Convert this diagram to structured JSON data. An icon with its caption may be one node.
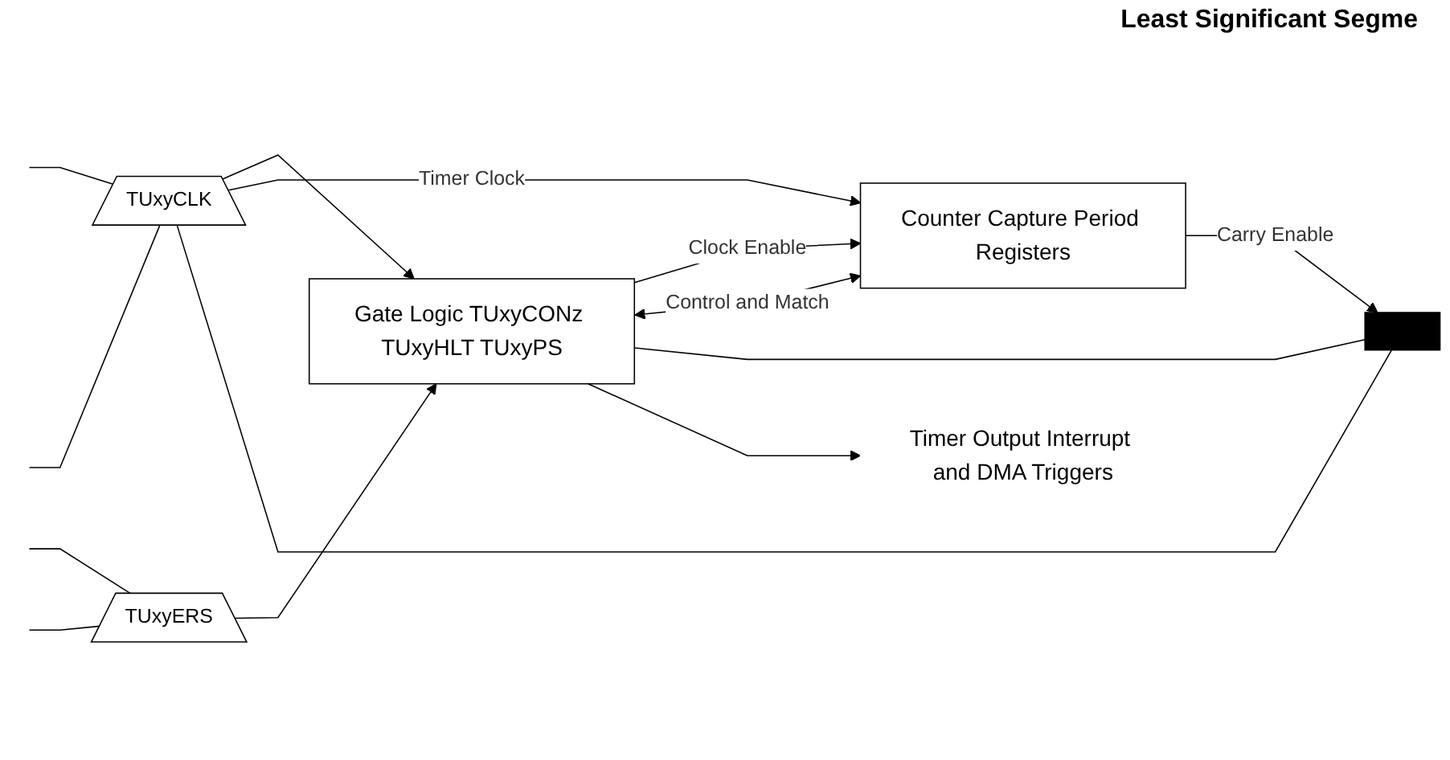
{
  "diagram": {
    "title": "Least Significant Segme",
    "nodes": [
      {
        "text": [
          "TUxyCLK"
        ]
      },
      {
        "text": [
          "TUxyERS"
        ]
      },
      {
        "text": [
          "Gate Logic TUxyCONz TUxyHLT TUxyPS"
        ]
      },
      {
        "text": [
          "Counter Capture Period Registers"
        ]
      },
      {
        "text": [],
        "shape": "bar"
      },
      {
        "text": [
          "Timer Output Interrupt and DMA Triggers"
        ]
      }
    ],
    "edges": [
      {
        "from": null,
        "to": 0,
        "arrow": "none"
      },
      {
        "from": null,
        "to": 0,
        "arrow": "none"
      },
      {
        "from": null,
        "to": 1,
        "arrow": "none"
      },
      {
        "from": null,
        "to": 1,
        "arrow": "none"
      },
      {
        "from": 0,
        "to": 2,
        "arrow": "to"
      },
      {
        "from": 0,
        "to": 3,
        "arrow": "to",
        "label": "Timer Clock"
      },
      {
        "from": 0,
        "to": 4,
        "arrow": "none"
      },
      {
        "from": 2,
        "to": 3,
        "arrow": "to",
        "label": "Clock Enable"
      },
      {
        "from": 2,
        "to": 3,
        "arrow": "both",
        "label": "Control and Match"
      },
      {
        "from": 2,
        "to": 4,
        "arrow": "none"
      },
      {
        "from": 3,
        "to": 4,
        "arrow": "to",
        "label": "Carry Enable"
      },
      {
        "from": 1,
        "to": 2,
        "arrow": "to"
      },
      {
        "from": 2,
        "to": 5,
        "arrow": "to"
      }
    ]
  }
}
